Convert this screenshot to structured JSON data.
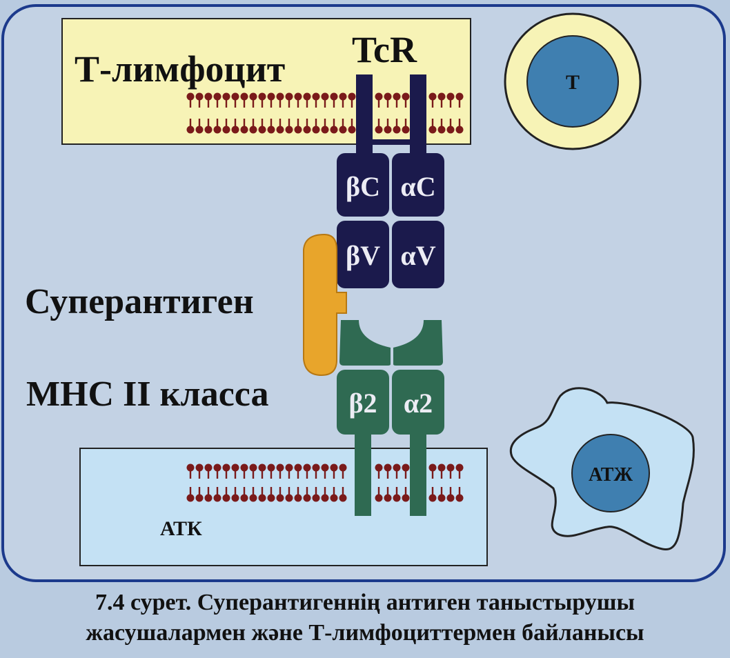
{
  "labels": {
    "t_lymphocyte": "Т-лимфоцит",
    "tcr": "TcR",
    "t_cell": "Т",
    "superantigen": "Суперантиген",
    "mhc": "MHC II класса",
    "atk": "АТК",
    "atzh": "АТЖ"
  },
  "domains": {
    "beta_c": "βC",
    "alpha_c": "αC",
    "beta_v": "βV",
    "alpha_v": "αV",
    "beta_2": "β2",
    "alpha_2": "α2"
  },
  "caption": {
    "line1": "7.4 сурет. Суперантигеннің антиген таныстырушы",
    "line2": "жасушалармен және Т-лимфоциттермен байланысы"
  },
  "colors": {
    "background": "#b9cbe0",
    "frame_border": "#1c3a8c",
    "t_membrane": "#f7f3b6",
    "apc_membrane": "#c4e1f4",
    "tcr_domain": "#1b1a4c",
    "mhc_domain": "#2f6a52",
    "superantigen": "#e8a52b",
    "lipid_head": "#7a1a1a",
    "t_cell_ring": "#f7f3b6",
    "t_cell_nucleus": "#3f7fb0",
    "apc_body": "#c4e1f4"
  }
}
